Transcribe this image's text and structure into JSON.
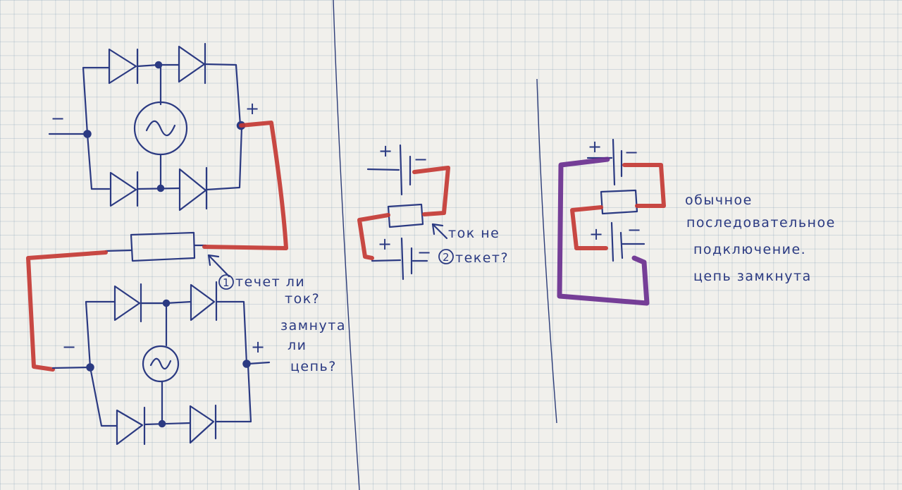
{
  "symbols": {
    "plus": "+",
    "minus": "−"
  },
  "annotations": {
    "question1_number": "1",
    "question1_line1": "течет ли",
    "question1_line2": "ток?",
    "question1_line3": "замнута",
    "question1_line4": "ли",
    "question1_line5": "цепь?",
    "question2_line1": "ток не",
    "question2_number": "2",
    "question2_line2": "текет?",
    "note_line1": "обычное",
    "note_line2": "последовательное",
    "note_line3": "подключение.",
    "note_line4": "цепь замкнута"
  },
  "colors": {
    "ink": "#2b3a82",
    "highlight_red": "#c43a34",
    "highlight_purple": "#6a2f8f",
    "paper": "#f1f0ec",
    "grid": "#94a9bd"
  }
}
